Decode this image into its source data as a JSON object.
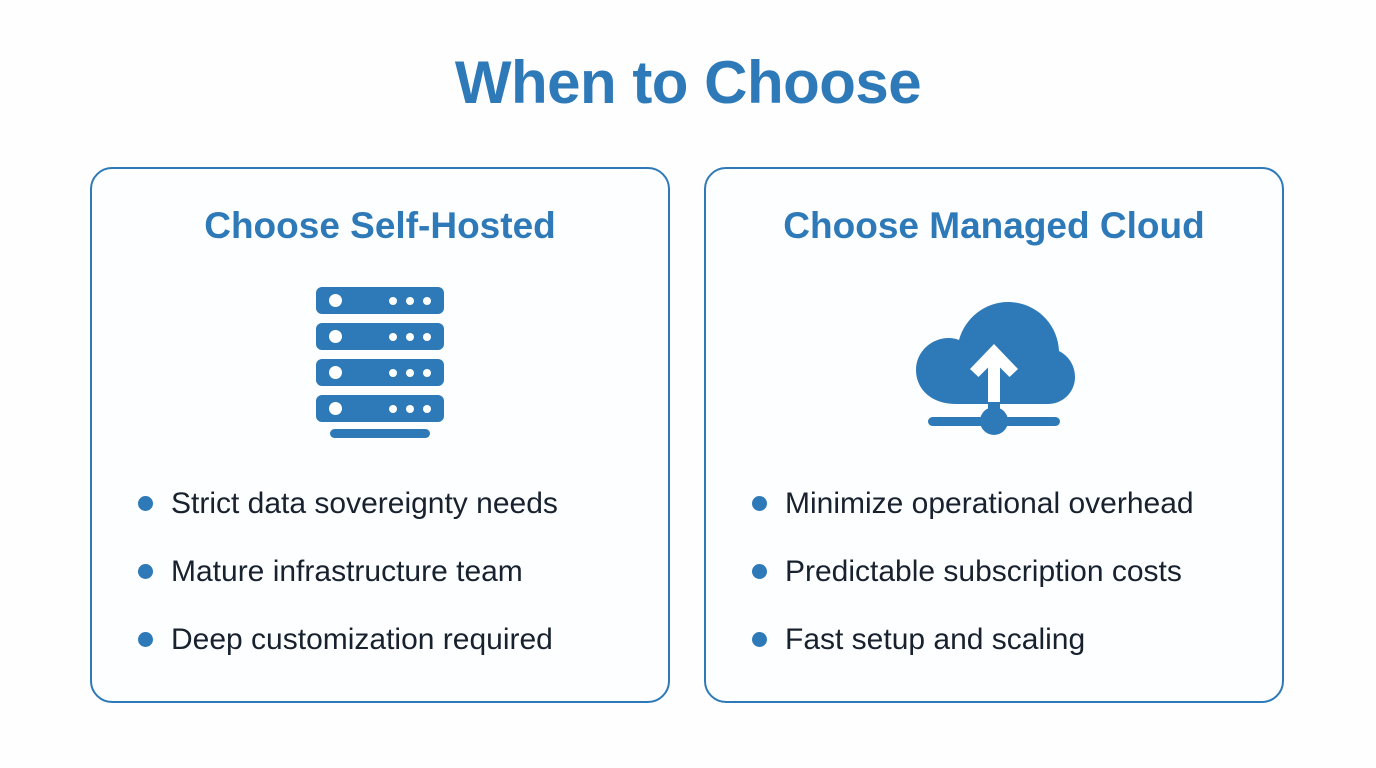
{
  "slide": {
    "title": "When to Choose",
    "background_color": "#fefeff",
    "accent_color": "#2E7AB8",
    "text_color": "#18212e"
  },
  "cards": [
    {
      "heading": "Choose Self-Hosted",
      "icon": "server-rack-icon",
      "bullets": [
        "Strict data sovereignty needs",
        "Mature infrastructure team",
        "Deep customization required"
      ]
    },
    {
      "heading": "Choose Managed Cloud",
      "icon": "cloud-upload-network-icon",
      "bullets": [
        "Minimize operational overhead",
        "Predictable subscription costs",
        "Fast setup and scaling"
      ]
    }
  ]
}
